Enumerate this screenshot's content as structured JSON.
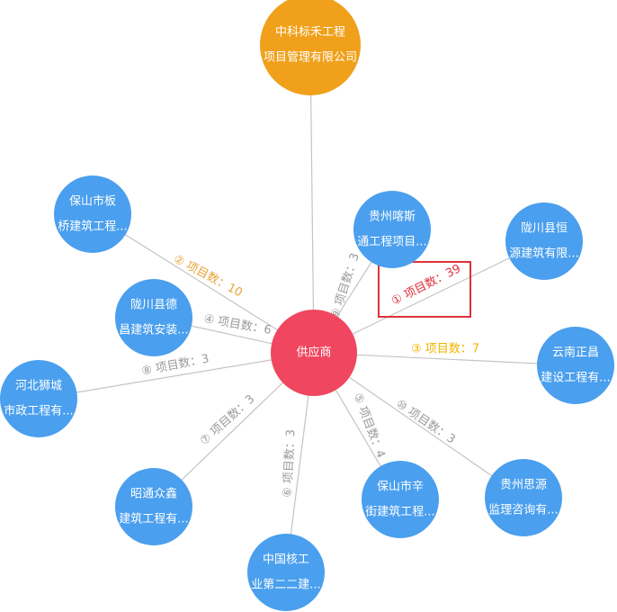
{
  "colors": {
    "top_node": "#f0a01a",
    "center_node": "#f0465f",
    "supplier_node": "#4a9fee",
    "edge": "#c4c4c4",
    "label_gray": "#9a9a9a",
    "label_orange": "#e8a33a",
    "label_yellow": "#f0b400",
    "label_red": "#e0303a",
    "highlight_box": "#e0303a"
  },
  "center": {
    "label": "供应商"
  },
  "top_node": {
    "lines": [
      "中科标禾工程",
      "项目管理有限公司"
    ]
  },
  "suppliers": [
    {
      "id": "s1",
      "lines": [
        "陇川县恒",
        "源建筑有限..."
      ],
      "edge_label": "① 项目数：39",
      "tone": "red",
      "highlighted": true
    },
    {
      "id": "s2",
      "lines": [
        "保山市板",
        "桥建筑工程..."
      ],
      "edge_label": "② 项目数：10",
      "tone": "orange",
      "highlighted": false
    },
    {
      "id": "s3",
      "lines": [
        "云南正昌",
        "建设工程有..."
      ],
      "edge_label": "③ 项目数：7",
      "tone": "yellow",
      "highlighted": false
    },
    {
      "id": "s4",
      "lines": [
        "陇川县德",
        "昌建筑安装..."
      ],
      "edge_label": "④ 项目数：6",
      "tone": "gray",
      "highlighted": false
    },
    {
      "id": "s5",
      "lines": [
        "保山市辛",
        "街建筑工程..."
      ],
      "edge_label": "⑤ 项目数：4",
      "tone": "gray",
      "highlighted": false
    },
    {
      "id": "s6",
      "lines": [
        "中国核工",
        "业第二二建..."
      ],
      "edge_label": "⑥ 项目数：3",
      "tone": "gray",
      "highlighted": false
    },
    {
      "id": "s7",
      "lines": [
        "昭通众鑫",
        "建筑工程有..."
      ],
      "edge_label": "⑦ 项目数：3",
      "tone": "gray",
      "highlighted": false
    },
    {
      "id": "s8",
      "lines": [
        "河北狮城",
        "市政工程有..."
      ],
      "edge_label": "⑧ 项目数：3",
      "tone": "gray",
      "highlighted": false
    },
    {
      "id": "s9",
      "lines": [
        "贵州喀斯",
        "通工程项目..."
      ],
      "edge_label": "⑨ 项目数：3",
      "tone": "gray",
      "highlighted": false
    },
    {
      "id": "s10",
      "lines": [
        "贵州思源",
        "监理咨询有..."
      ],
      "edge_label": "⑩ 项目数：3",
      "tone": "gray",
      "highlighted": false
    }
  ]
}
